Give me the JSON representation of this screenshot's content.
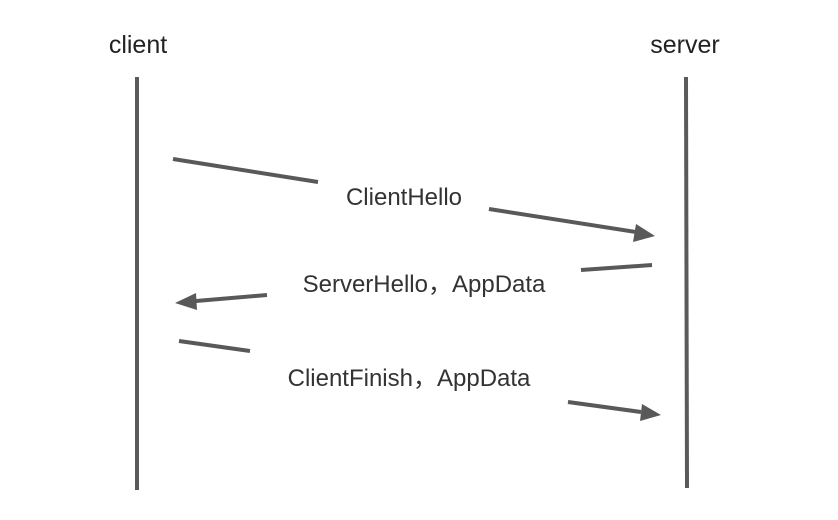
{
  "participants": {
    "client": "client",
    "server": "server"
  },
  "messages": [
    {
      "label": "ClientHello",
      "from": "client",
      "to": "server"
    },
    {
      "label": "ServerHello，AppData",
      "from": "server",
      "to": "client"
    },
    {
      "label": "ClientFinish，AppData",
      "from": "client",
      "to": "server"
    }
  ],
  "colors": {
    "line": "#595959",
    "text": "#333333"
  }
}
